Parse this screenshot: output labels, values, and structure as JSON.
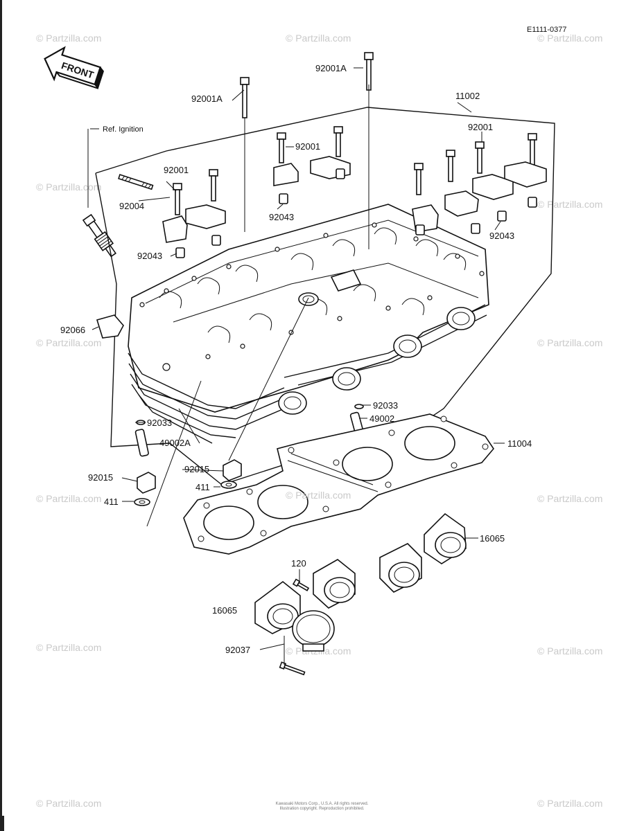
{
  "header": {
    "code": "E1111-0377"
  },
  "front_label": "FRONT",
  "ref_label": "Ref. Ignition",
  "labels": {
    "p92001A_left": "92001A",
    "p92001A_top": "92001A",
    "p11002": "11002",
    "p92001_right": "92001",
    "p92001_mid": "92001",
    "p92001_left": "92001",
    "p92004": "92004",
    "p92043_mid": "92043",
    "p92043_right": "92043",
    "p92043_left": "92043",
    "p92066": "92066",
    "p92033_right": "92033",
    "p49002": "49002",
    "p92033_left": "92033",
    "p49002A": "49002A",
    "p11004": "11004",
    "p92015_mid": "92015",
    "p92015_left": "92015",
    "p411_mid": "411",
    "p411_left": "411",
    "p16065_right": "16065",
    "p120": "120",
    "p16065_left": "16065",
    "p92037": "92037"
  },
  "watermark": {
    "mark": "©",
    "text": "Partzilla.com",
    "center_text": "© Partzilla.com"
  },
  "footer": {
    "line1": "Kawasaki Motors Corp., U.S.A. All rights reserved.",
    "line2": "Illustration copyright. Reproduction prohibited."
  },
  "colors": {
    "line": "#111111",
    "watermark": "#c9c9c9",
    "background": "#ffffff"
  }
}
